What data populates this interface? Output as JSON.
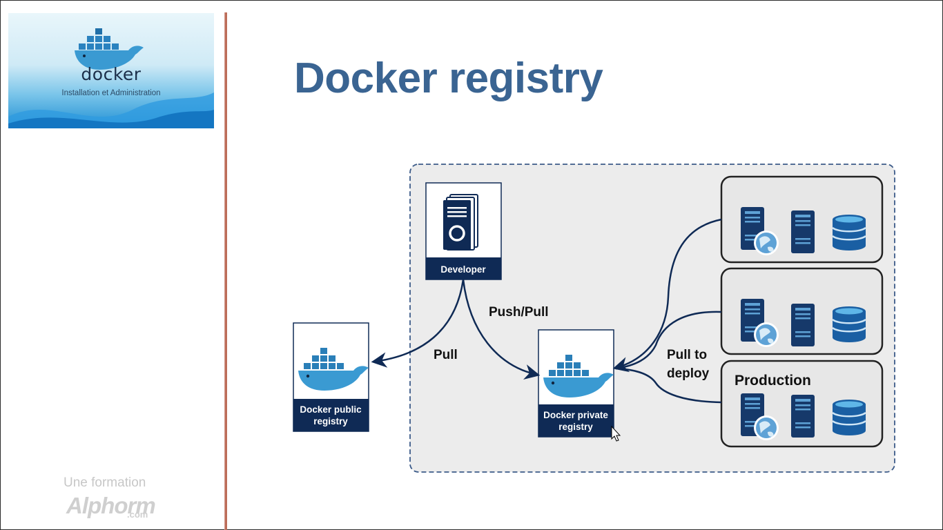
{
  "sidebar": {
    "logo_text": "docker",
    "logo_subtitle": "Installation et Administration",
    "brand_tagline": "Une formation",
    "brand_name": "Alphorm",
    "brand_domain": ".com"
  },
  "slide": {
    "title": "Docker registry"
  },
  "diagram": {
    "developer_label": "Developer",
    "public_registry_label_1": "Docker public",
    "public_registry_label_2": "registry",
    "private_registry_label_1": "Docker private",
    "private_registry_label_2": "registry",
    "push_pull_label": "Push/Pull",
    "pull_label": "Pull",
    "pull_to_deploy_label_1": "Pull to",
    "pull_to_deploy_label_2": "deploy",
    "production_label": "Production",
    "colors": {
      "dark_navy": "#0f2a55",
      "whale_blue": "#3a9ad2",
      "title_blue": "#3a6492"
    }
  }
}
